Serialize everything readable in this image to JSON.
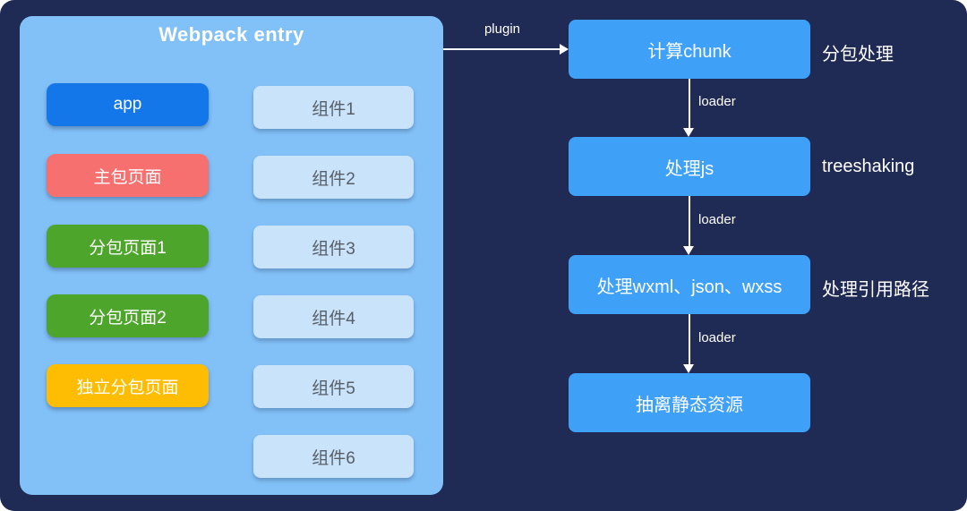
{
  "canvas": {
    "background": "#1F2A55",
    "page_background": "#FFFFFF"
  },
  "entry_panel": {
    "title": "Webpack entry",
    "background": "#82C1F7",
    "pages": [
      {
        "label": "app",
        "color": "#1377E9"
      },
      {
        "label": "主包页面",
        "color": "#F77070"
      },
      {
        "label": "分包页面1",
        "color": "#4EA52C"
      },
      {
        "label": "分包页面2",
        "color": "#4EA52C"
      },
      {
        "label": "独立分包页面",
        "color": "#FEBD02"
      }
    ],
    "components": [
      {
        "label": "组件1"
      },
      {
        "label": "组件2"
      },
      {
        "label": "组件3"
      },
      {
        "label": "组件4"
      },
      {
        "label": "组件5"
      },
      {
        "label": "组件6"
      }
    ],
    "component_color": "#C9E3FA"
  },
  "flow": {
    "box_color": "#3FA0F8",
    "entry_arrow_label": "plugin",
    "steps": [
      {
        "label": "计算chunk",
        "side_note": "分包处理",
        "arrow_label": "loader"
      },
      {
        "label": "处理js",
        "side_note": "treeshaking",
        "arrow_label": "loader"
      },
      {
        "label": "处理wxml、json、wxss",
        "side_note": "处理引用路径",
        "arrow_label": "loader"
      },
      {
        "label": "抽离静态资源",
        "side_note": "",
        "arrow_label": ""
      }
    ]
  }
}
